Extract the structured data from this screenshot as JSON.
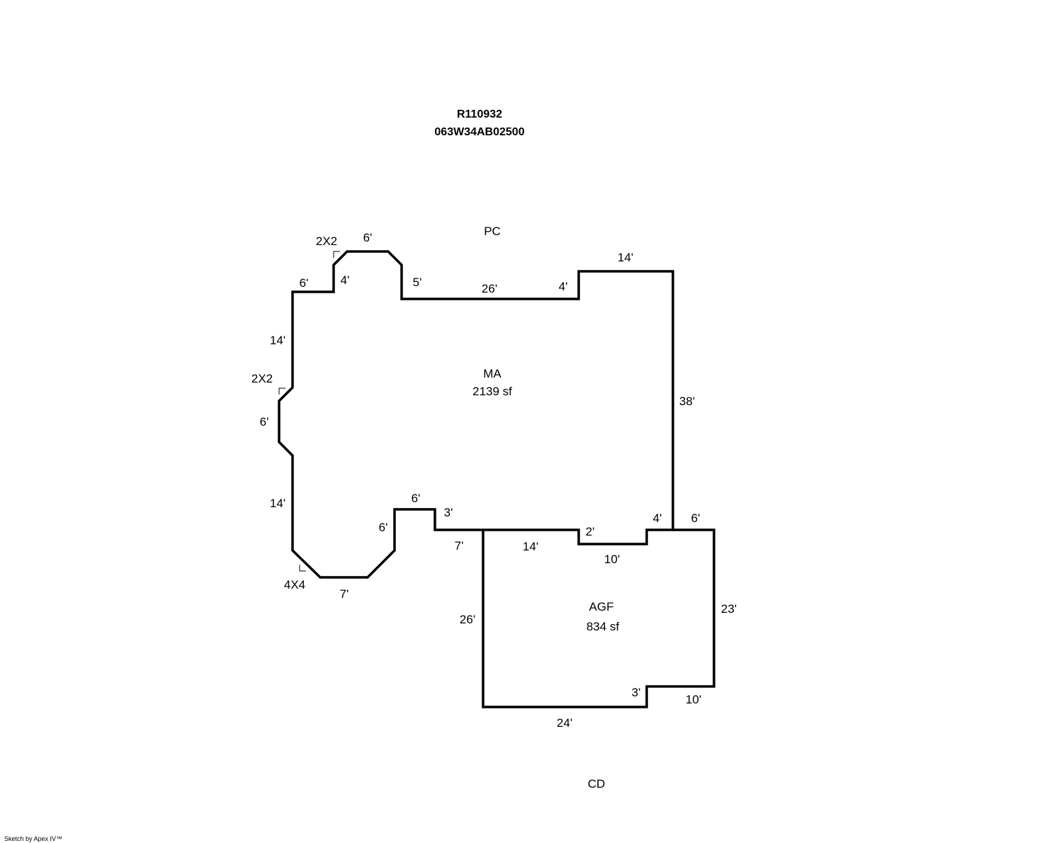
{
  "header": {
    "account": "R110932",
    "parcel": "063W34AB02500"
  },
  "areas": {
    "main": {
      "code": "MA",
      "size": "2139 sf"
    },
    "garage": {
      "code": "AGF",
      "size": "834 sf"
    },
    "porch_label": "PC",
    "deck_label": "CD"
  },
  "dimensions": {
    "bay_top": "2X2",
    "bay_left": "2X2",
    "corner_bottom": "4X4",
    "d1": "6'",
    "d2": "6'",
    "d3": "4'",
    "d4": "5'",
    "d5": "26'",
    "d6": "4'",
    "d7": "14'",
    "d8": "38'",
    "d9": "14'",
    "d10": "6'",
    "d11": "14'",
    "d12": "6'",
    "d13": "3'",
    "d14": "6'",
    "d15": "7'",
    "d16": "7'",
    "d17": "14'",
    "d18": "2'",
    "d19": "10'",
    "d20": "4'",
    "d21": "6'",
    "d22": "23'",
    "d23": "26'",
    "d24": "3'",
    "d25": "10'",
    "d26": "24'"
  },
  "footer": {
    "credit": "Sketch by Apex IV™"
  },
  "colors": {
    "line": "#000000",
    "background": "#ffffff"
  }
}
